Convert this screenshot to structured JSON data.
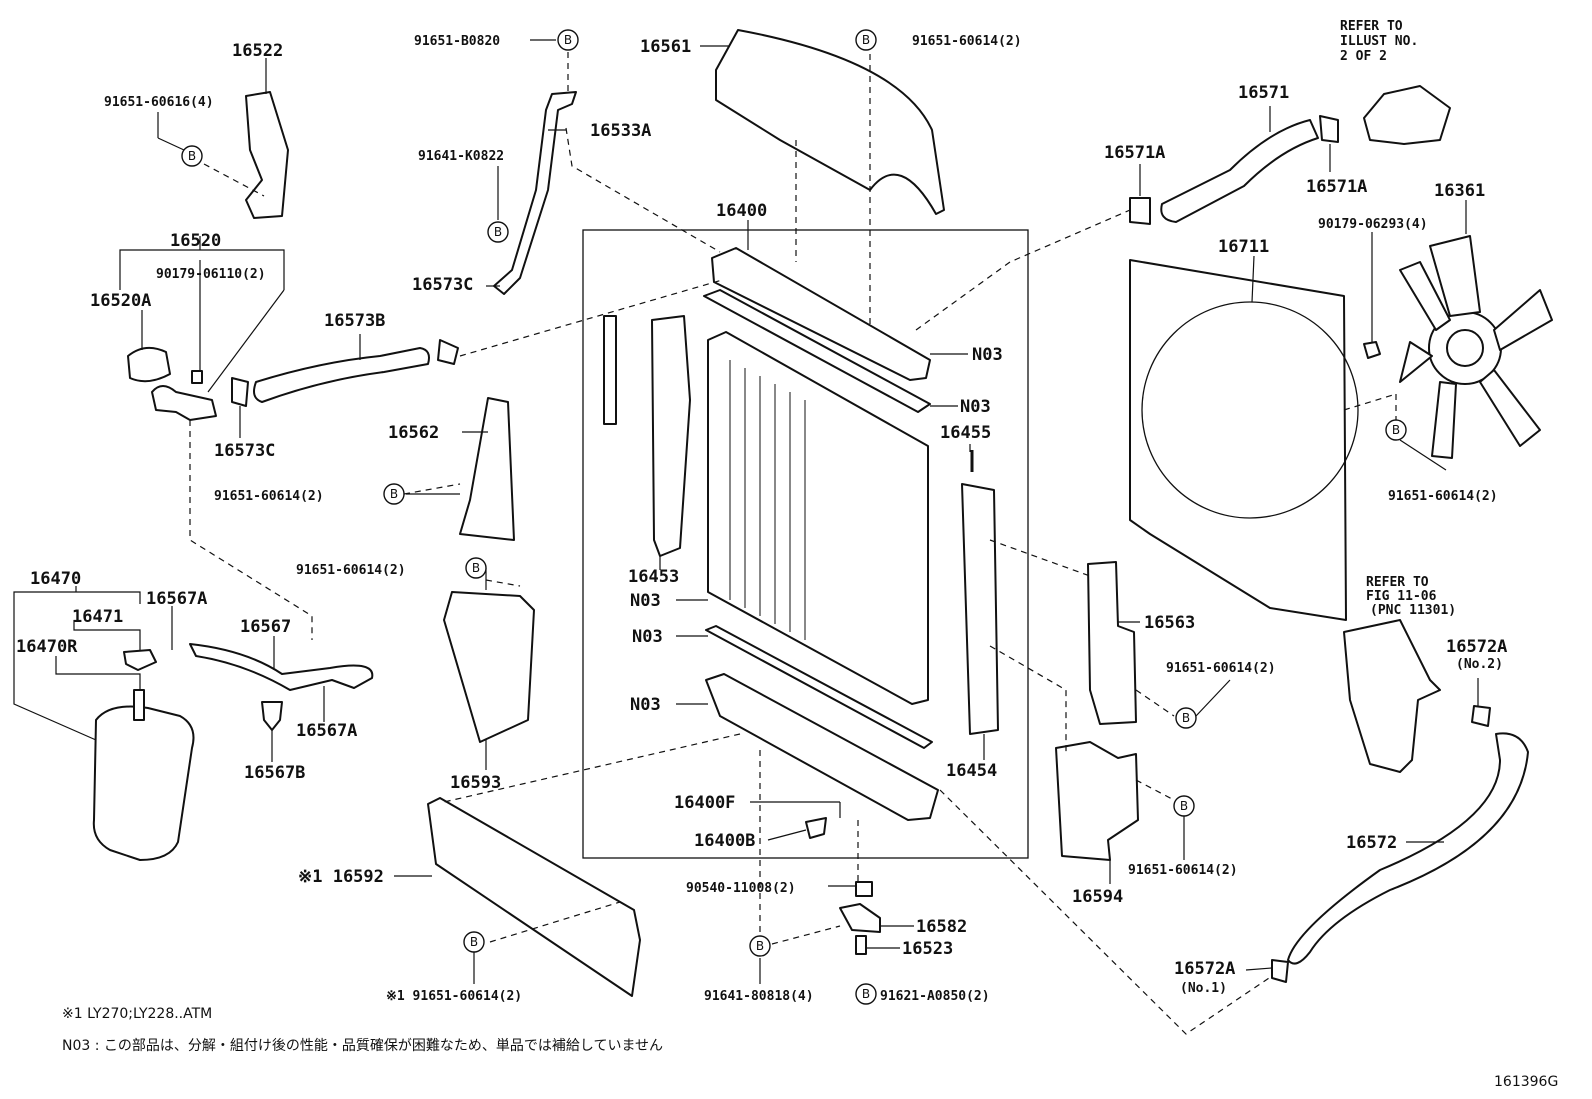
{
  "labels": {
    "p16522": "16522",
    "p91651_60616_4": "91651-60616(4)",
    "p16520": "16520",
    "p16520A": "16520A",
    "p90179_06110_2": "90179-06110(2)",
    "p16573B": "16573B",
    "p16573C_top": "16573C",
    "p16573C_bot": "16573C",
    "p91651_B0820": "91651-B0820",
    "p16533A": "16533A",
    "p91641_K0822": "91641-K0822",
    "p16561": "16561",
    "p91651_60614_top": "91651-60614(2)",
    "p16400": "16400",
    "p16562": "16562",
    "p91651_60614_562": "91651-60614(2)",
    "p91651_60614_593": "91651-60614(2)",
    "p16593": "16593",
    "p16453": "16453",
    "n03_a": "N03",
    "n03_b": "N03",
    "n03_c": "N03",
    "n03_d": "N03",
    "n03_e": "N03",
    "p16455": "16455",
    "p16454": "16454",
    "p16400F": "16400F",
    "p16400B": "16400B",
    "p90540_11008_2": "90540-11008(2)",
    "p16582": "16582",
    "p16523": "16523",
    "p91641_80818_4": "91641-80818(4)",
    "p91621_A0850_2": "91621-A0850(2)",
    "p16592": "※1 16592",
    "p91651_60614_592": "※1 91651-60614(2)",
    "p16470": "16470",
    "p16471": "16471",
    "p16470R": "16470R",
    "p16567A_top": "16567A",
    "p16567": "16567",
    "p16567A_bot": "16567A",
    "p16567B": "16567B",
    "p16571": "16571",
    "p16571A_left": "16571A",
    "p16571A_right": "16571A",
    "p16711": "16711",
    "p16361": "16361",
    "p90179_06293_4": "90179-06293(4)",
    "p91651_60614_fan": "91651-60614(2)",
    "p16563": "16563",
    "p91651_60614_563": "91651-60614(2)",
    "p16594": "16594",
    "p91651_60614_594": "91651-60614(2)",
    "p16572A_top": "16572A",
    "p16572A_top_sub": "(No.2)",
    "p16572": "16572",
    "p16572A_bot": "16572A",
    "p16572A_bot_sub": "(No.1)",
    "refer_2of2_l1": "REFER TO",
    "refer_2of2_l2": "ILLUST NO.",
    "refer_2of2_l3": "2 OF 2",
    "refer_fig_l1": "REFER TO",
    "refer_fig_l2": "FIG 11-06",
    "refer_fig_l3": "(PNC 11301)"
  },
  "bubble_letter": "B",
  "footnote_1": "※1 LY270;LY228..ATM",
  "footnote_2": "N03 : この部品は、分解・組付け後の性能・品質確保が困難なため、単品では補給していません",
  "diagram_id": "161396G"
}
